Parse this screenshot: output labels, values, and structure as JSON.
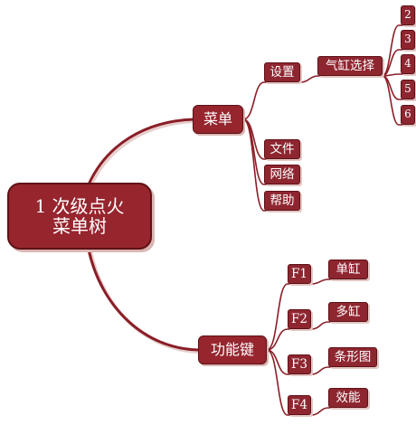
{
  "diagram": {
    "root": {
      "line1": "1 次级点火",
      "line2": "菜单树"
    },
    "menu": {
      "label": "菜单",
      "children": {
        "setting": "设置",
        "cylinder_select": "气缸选择",
        "cylinder_numbers": [
          "2",
          "3",
          "4",
          "5",
          "6"
        ],
        "file": "文件",
        "network": "网络",
        "help": "帮助"
      }
    },
    "function_keys": {
      "label": "功能键",
      "keys": [
        {
          "key": "F1",
          "label": "单缸"
        },
        {
          "key": "F2",
          "label": "多缸"
        },
        {
          "key": "F3",
          "label": "条形图"
        },
        {
          "key": "F4",
          "label": "效能"
        }
      ]
    }
  },
  "colors": {
    "node_fill": "#96252e",
    "node_border": "#5e1117",
    "connector": "#8a1e27",
    "shadow": "#d9b7b3"
  }
}
